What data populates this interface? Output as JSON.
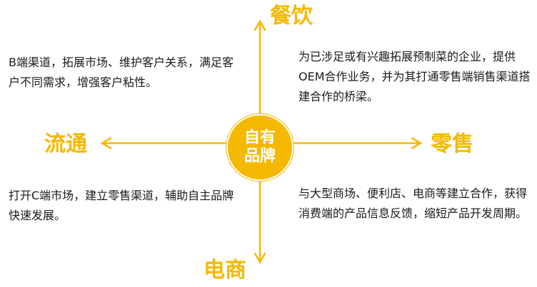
{
  "center": {
    "line1": "自有",
    "line2": "品牌"
  },
  "directions": {
    "top": "餐饮",
    "left": "流通",
    "right": "零售",
    "bottom": "电商"
  },
  "descriptions": {
    "top_left": "B端渠道，拓展市场、维护客户关系，满足客户不同需求，增强客户粘性。",
    "top_right": "为已涉足或有兴趣拓展预制菜的企业，提供OEM合作业务，并为其打通零售端销售渠道搭建合作的桥梁。",
    "bottom_left": "打开C端市场，建立零售渠道，辅助自主品牌快速发展。",
    "bottom_right": "与大型商场、便利店、电商等建立合作，获得消费端的产品信息反馈，缩短产品开发周期。"
  },
  "colors": {
    "accent": "#f5b800",
    "text": "#1a1a1a",
    "center_text": "#ffffff"
  }
}
